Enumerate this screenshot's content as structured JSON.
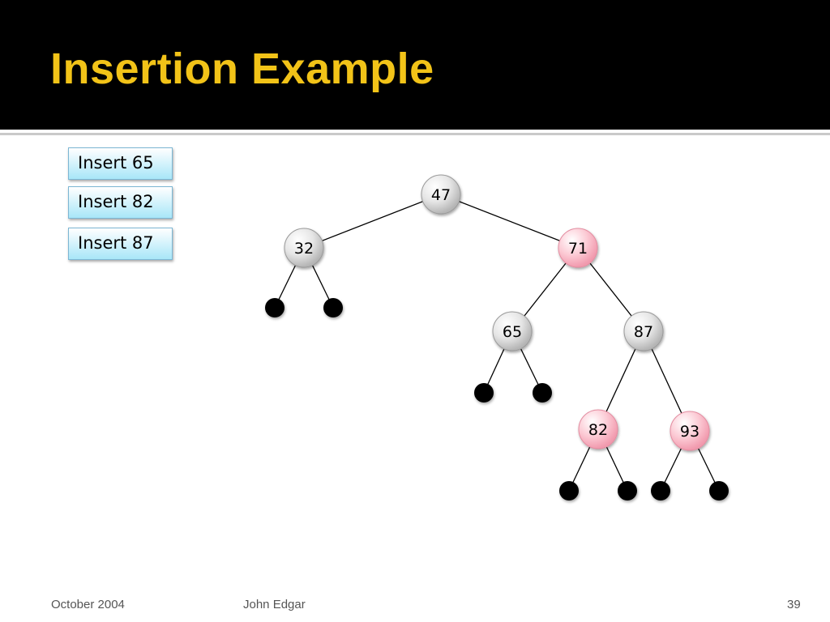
{
  "slide": {
    "title": "Insertion Example",
    "colors": {
      "title_bg": "#000000",
      "title_text": "#f2c318",
      "black_node": "#cfcfcf",
      "red_node": "#f9b6c4",
      "nil_leaf": "#000000"
    }
  },
  "steps": [
    {
      "label": "Insert 65"
    },
    {
      "label": "Insert 82"
    },
    {
      "label": "Insert 87"
    }
  ],
  "tree": {
    "nodes": [
      {
        "id": "n47",
        "label": "47",
        "color": "black"
      },
      {
        "id": "n32",
        "label": "32",
        "color": "black"
      },
      {
        "id": "n71",
        "label": "71",
        "color": "red"
      },
      {
        "id": "n65",
        "label": "65",
        "color": "black"
      },
      {
        "id": "n87",
        "label": "87",
        "color": "black"
      },
      {
        "id": "n82",
        "label": "82",
        "color": "red"
      },
      {
        "id": "n93",
        "label": "93",
        "color": "red"
      }
    ],
    "edges": [
      [
        "n47",
        "n32"
      ],
      [
        "n47",
        "n71"
      ],
      [
        "n32",
        "nil1"
      ],
      [
        "n32",
        "nil2"
      ],
      [
        "n71",
        "n65"
      ],
      [
        "n71",
        "n87"
      ],
      [
        "n65",
        "nil3"
      ],
      [
        "n65",
        "nil4"
      ],
      [
        "n87",
        "n82"
      ],
      [
        "n87",
        "n93"
      ],
      [
        "n82",
        "nil5"
      ],
      [
        "n82",
        "nil6"
      ],
      [
        "n93",
        "nil7"
      ],
      [
        "n93",
        "nil8"
      ]
    ],
    "nil_leaves": [
      "nil1",
      "nil2",
      "nil3",
      "nil4",
      "nil5",
      "nil6",
      "nil7",
      "nil8"
    ]
  },
  "footer": {
    "date": "October 2004",
    "author": "John Edgar",
    "page": "39"
  }
}
